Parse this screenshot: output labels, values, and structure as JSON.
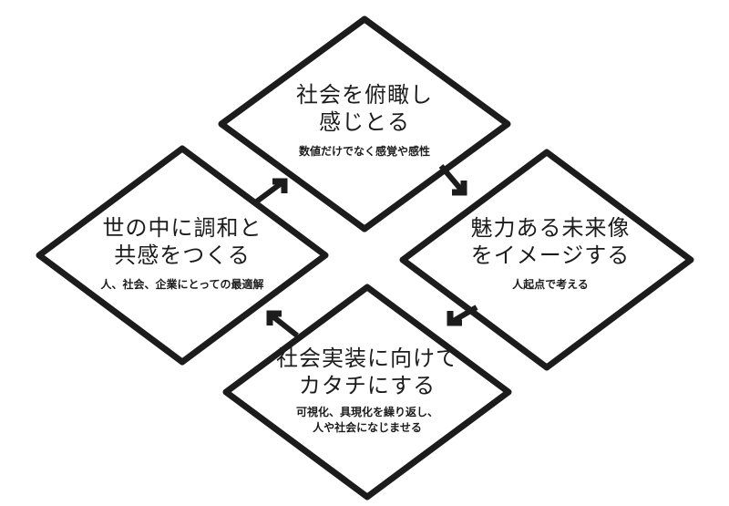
{
  "canvas": {
    "background": "#ffffff",
    "line_color": "#1c1c1c"
  },
  "nodes": [
    {
      "id": "observe-society",
      "position": "top",
      "title": "社会を俯瞰し\n感じとる",
      "subtitle": "数値だけでなく感覚や感性"
    },
    {
      "id": "imagine-future",
      "position": "right",
      "title": "魅力ある未来像\nをイメージする",
      "subtitle": "人起点で考える"
    },
    {
      "id": "give-shape",
      "position": "bottom",
      "title": "社会実装に向けて\nカタチにする",
      "subtitle": "可視化、具現化を繰り返し、\n人や社会になじませる"
    },
    {
      "id": "create-harmony",
      "position": "left",
      "title": "世の中に調和と\n共感をつくる",
      "subtitle": "人、社会、企業にとっての最適解"
    }
  ],
  "arrows": [
    {
      "from": "create-harmony",
      "to": "observe-society",
      "direction": "up-right"
    },
    {
      "from": "observe-society",
      "to": "imagine-future",
      "direction": "down-right"
    },
    {
      "from": "imagine-future",
      "to": "give-shape",
      "direction": "down-left"
    },
    {
      "from": "give-shape",
      "to": "create-harmony",
      "direction": "up-left"
    }
  ]
}
